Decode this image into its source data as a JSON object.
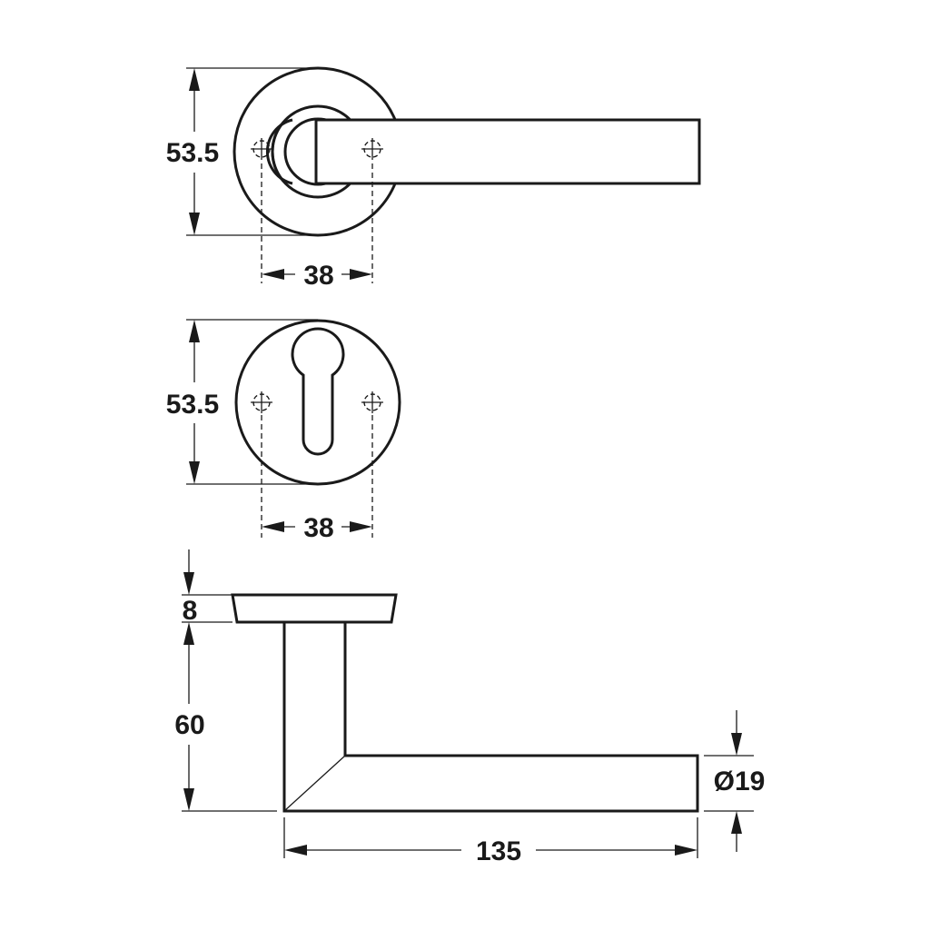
{
  "views": {
    "top": {
      "rose_diameter": "53.5",
      "fixing_centres": "38"
    },
    "escutcheon": {
      "rose_diameter": "53.5",
      "fixing_centres": "38"
    },
    "side": {
      "rose_thickness": "8",
      "projection": "60",
      "lever_length": "135",
      "bar_diameter": "Ø19"
    }
  }
}
